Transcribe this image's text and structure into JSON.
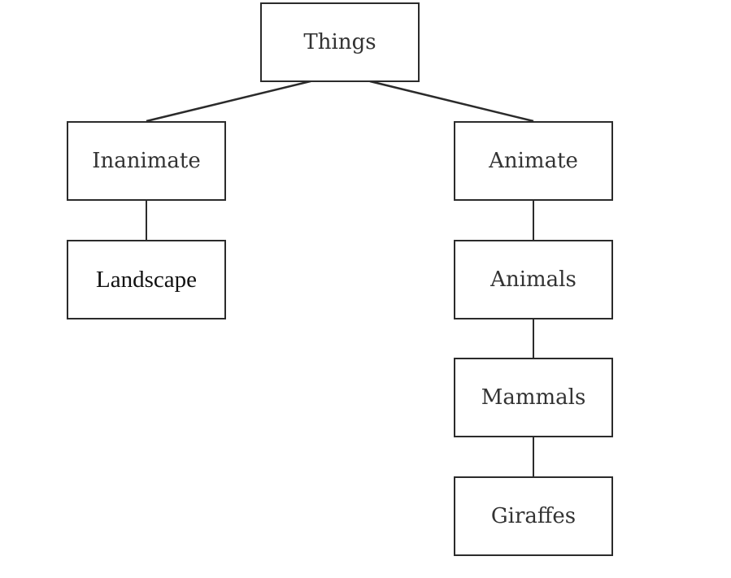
{
  "nodes": {
    "things": "Things",
    "inanimate": "Inanimate",
    "landscape": "Landscape",
    "animate": "Animate",
    "animals": "Animals",
    "mammals": "Mammals",
    "giraffes": "Giraffes"
  },
  "colors": {
    "line": "#2b2b2b",
    "text": "#333333"
  }
}
